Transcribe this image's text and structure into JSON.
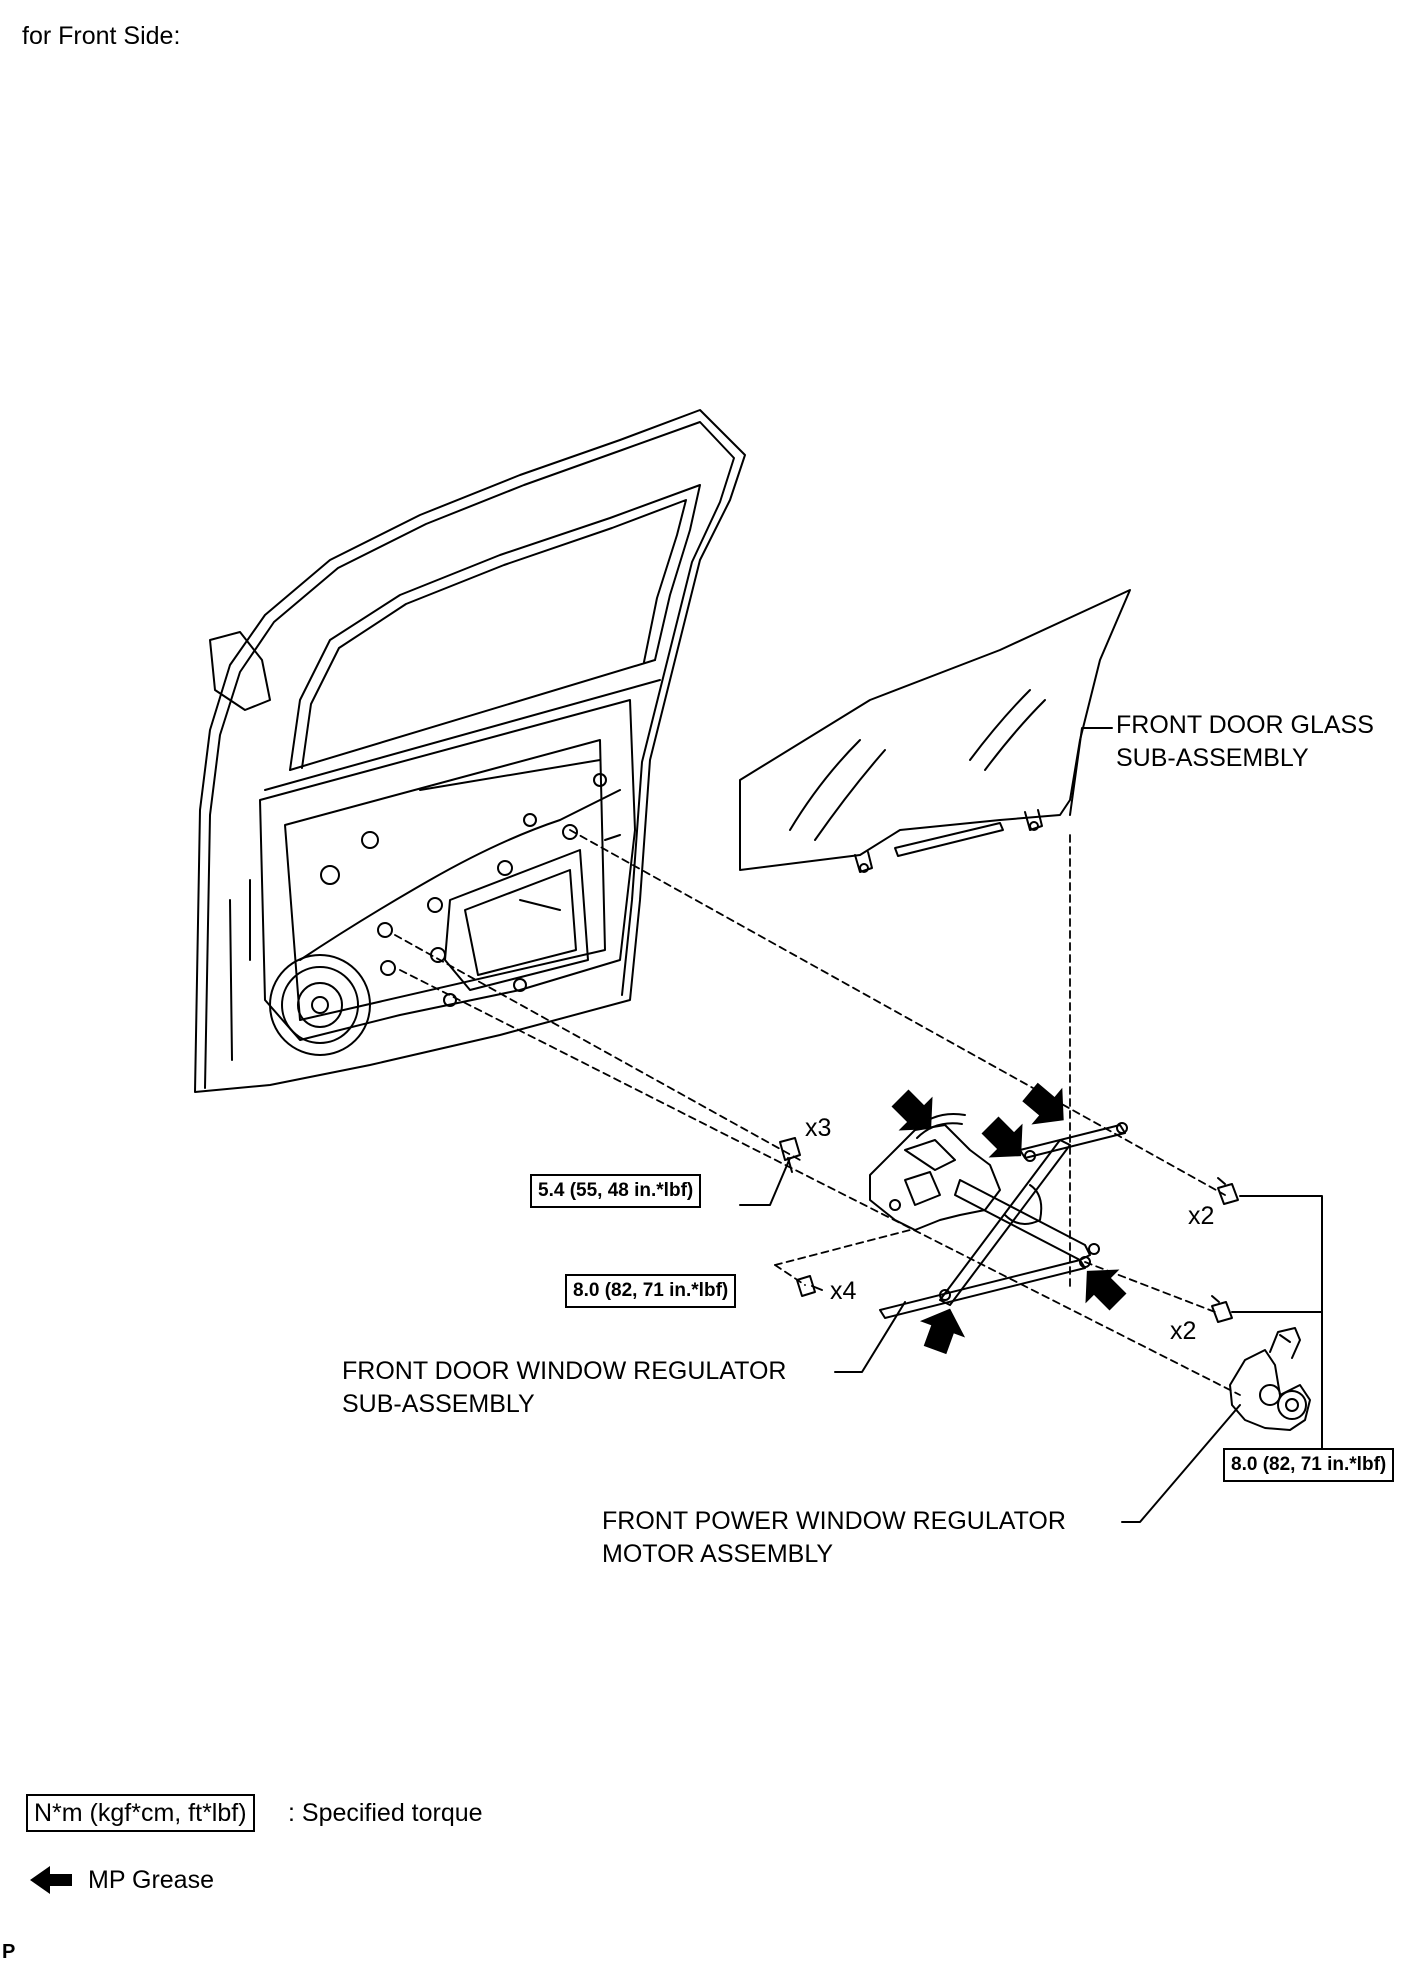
{
  "header": {
    "title": "for Front Side:"
  },
  "labels": {
    "glass": [
      "FRONT DOOR GLASS",
      "SUB-ASSEMBLY"
    ],
    "regulator": [
      "FRONT DOOR WINDOW REGULATOR",
      "SUB-ASSEMBLY"
    ],
    "motor": [
      "FRONT POWER WINDOW REGULATOR",
      "MOTOR ASSEMBLY"
    ]
  },
  "torques": {
    "t1": "5.4 (55, 48 in.*lbf)",
    "t2": "8.0 (82, 71 in.*lbf)",
    "t3": "8.0 (82, 71 in.*lbf)"
  },
  "quantities": {
    "q1": "x3",
    "q2": "x4",
    "q3": "x2",
    "q4": "x2"
  },
  "legend": {
    "torque_box": "N*m (kgf*cm, ft*lbf)",
    "torque_text": ": Specified torque",
    "grease_text": "MP Grease"
  },
  "footer": {
    "code": "P"
  }
}
